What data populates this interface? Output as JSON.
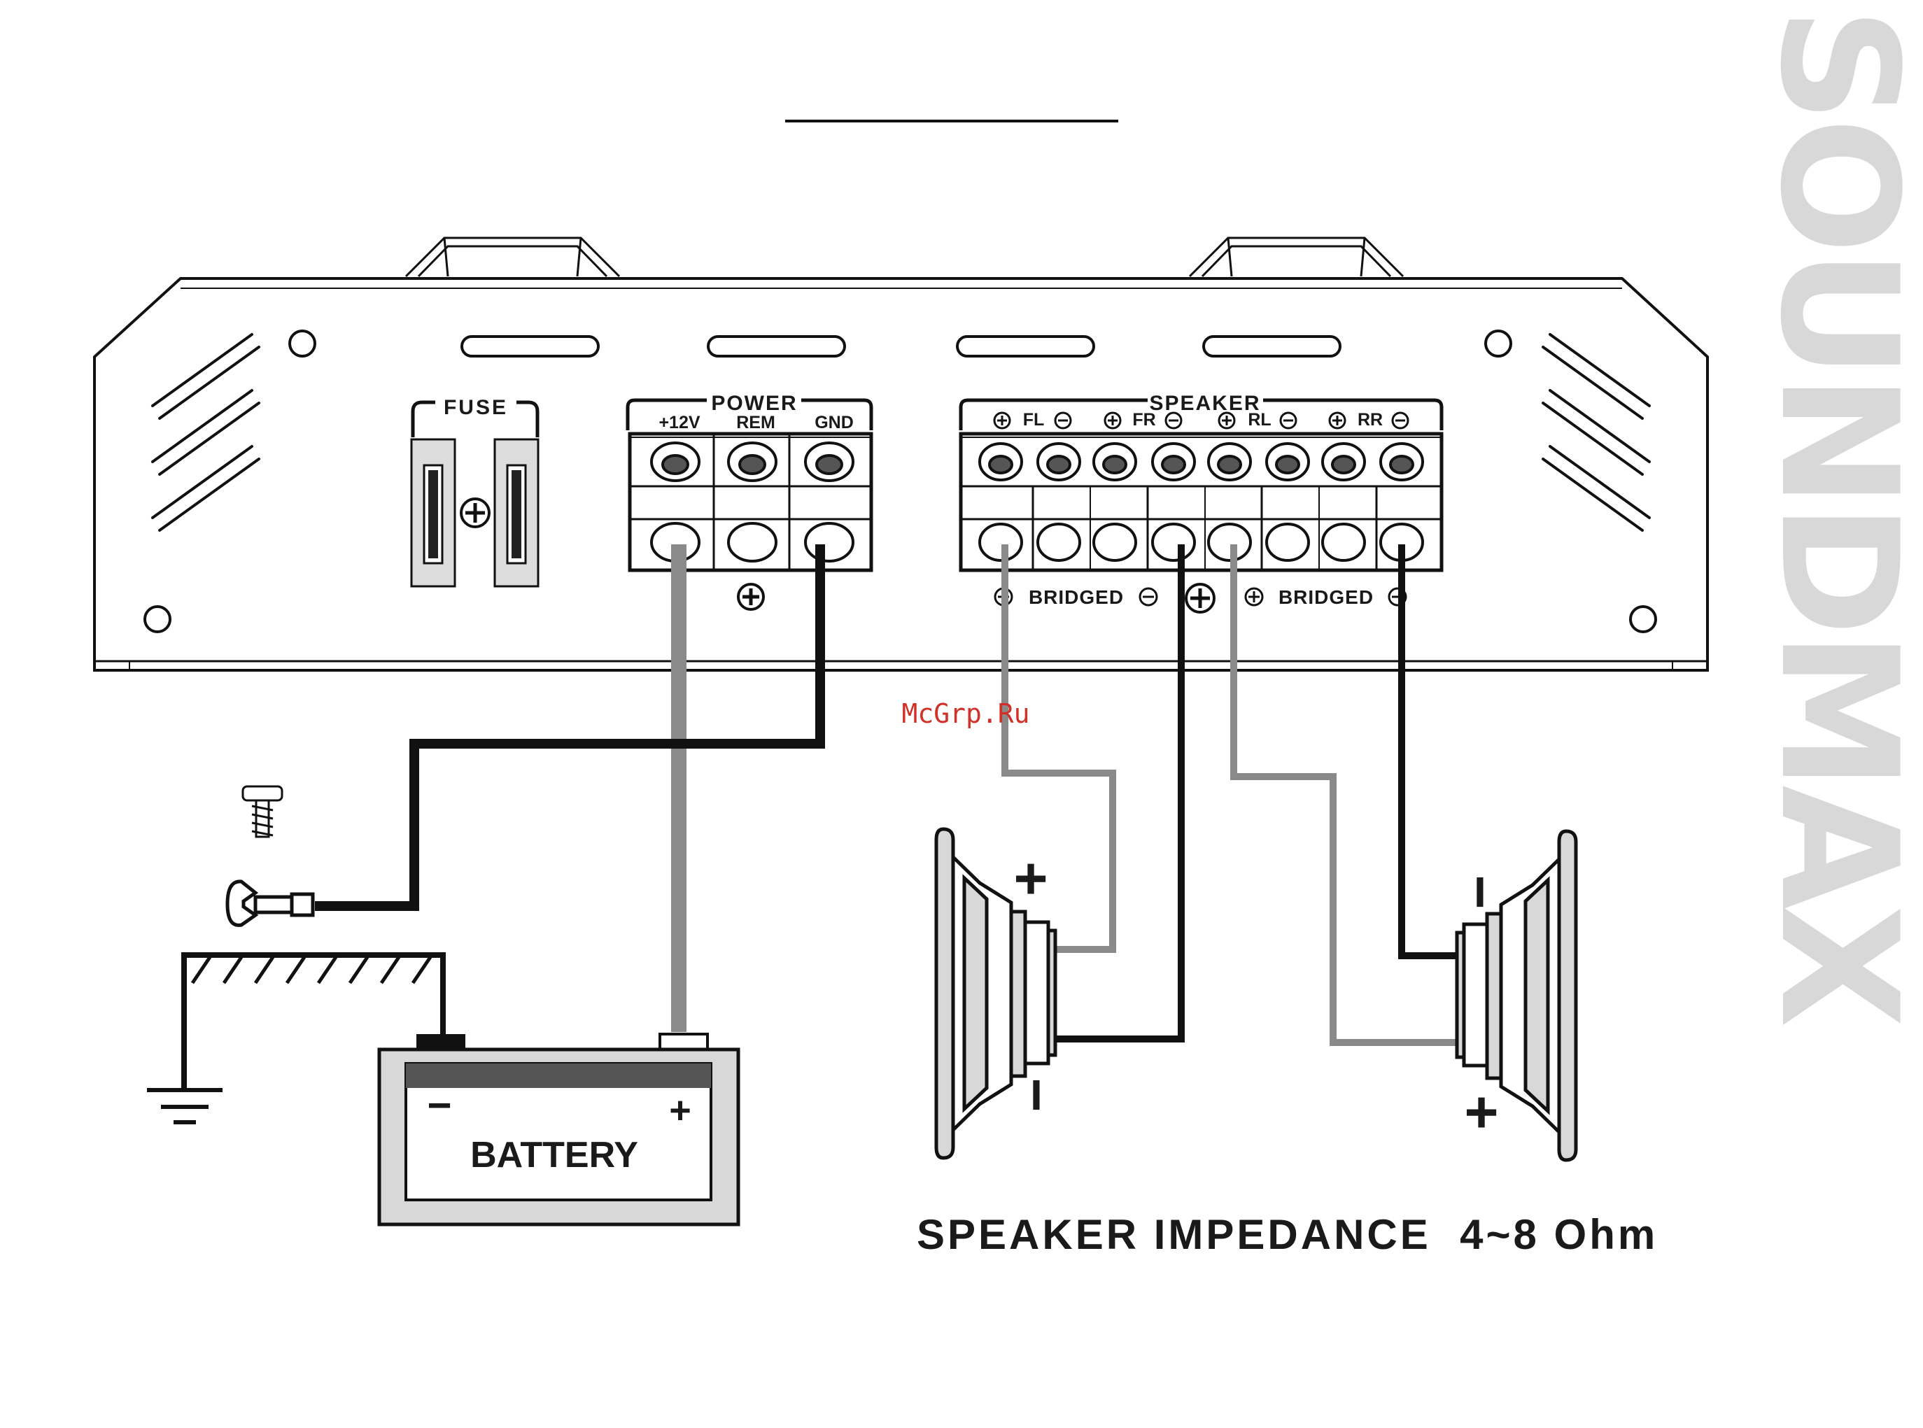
{
  "brand": "SOUNDMAX",
  "watermark": "McGrp.Ru",
  "amplifier": {
    "fuse_label": "FUSE",
    "power": {
      "title": "POWER",
      "terminals": [
        "+12V",
        "REM",
        "GND"
      ]
    },
    "speaker": {
      "title": "SPEAKER",
      "channels": [
        "FL",
        "FR",
        "RL",
        "RR"
      ],
      "bridged_label": "BRIDGED"
    }
  },
  "battery": {
    "label": "BATTERY",
    "minus": "−",
    "plus": "+"
  },
  "speaker_marks": {
    "left_top": "+",
    "left_bottom": "−",
    "right_top": "−",
    "right_bottom": "+"
  },
  "footer": "SPEAKER IMPEDANCE  4~8 Ohm",
  "colors": {
    "wire_black": "#111111",
    "wire_gray": "#8a8a8a",
    "brand_gray": "#d8d8d8",
    "watermark_red": "#d0322a"
  }
}
